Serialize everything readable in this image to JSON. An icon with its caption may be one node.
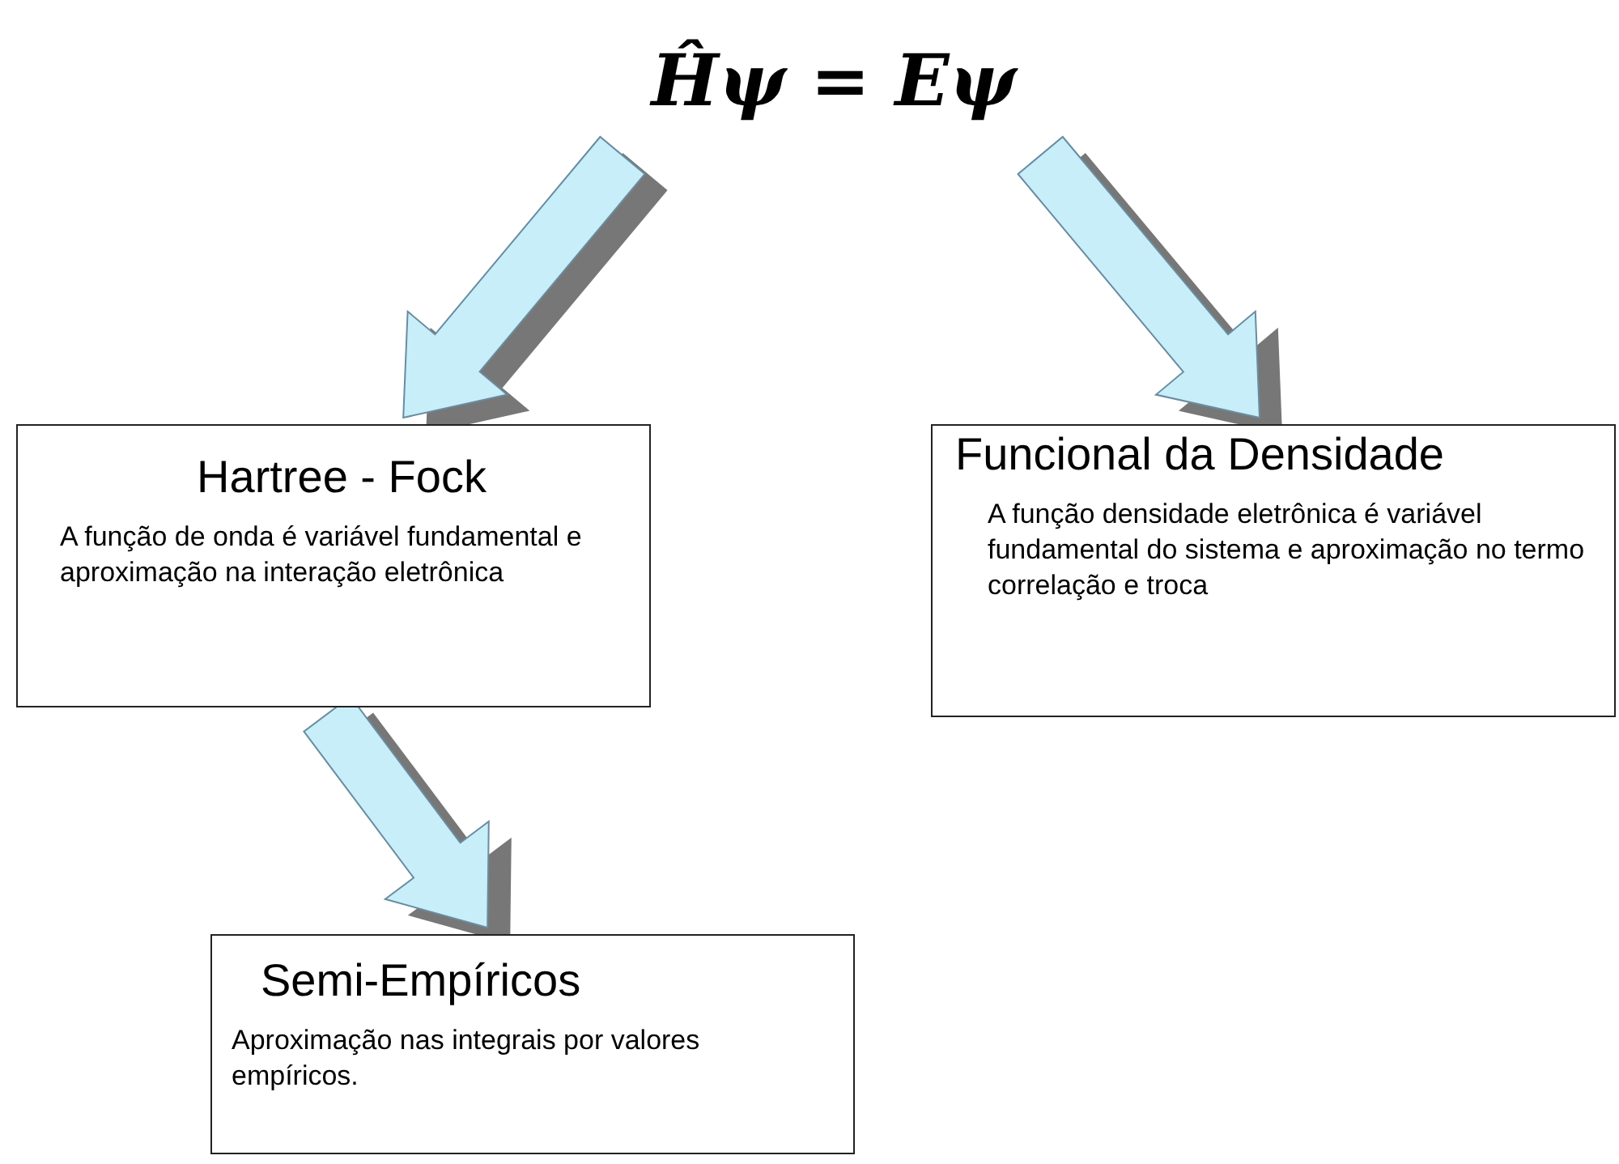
{
  "diagram": {
    "nodes": [
      {
        "text": [
          "Ĥψ = Eψ"
        ]
      },
      {
        "text": [
          "Hartree - Fock",
          "A função de onda é variável fundamental e aproximação na interação eletrônica"
        ]
      },
      {
        "text": [
          "Funcional da Densidade",
          "A função densidade eletrônica é variável fundamental do sistema e aproximação no termo correlação e troca"
        ]
      },
      {
        "text": [
          "Semi-Empíricos",
          "Aproximação nas integrais por valores empíricos."
        ]
      }
    ],
    "edges": [
      {
        "from": 0,
        "to": 1,
        "arrow": "to",
        "style": "thick"
      },
      {
        "from": 0,
        "to": 2,
        "arrow": "to",
        "style": "thick"
      },
      {
        "from": 1,
        "to": 3,
        "arrow": "to",
        "style": "thick"
      }
    ]
  }
}
